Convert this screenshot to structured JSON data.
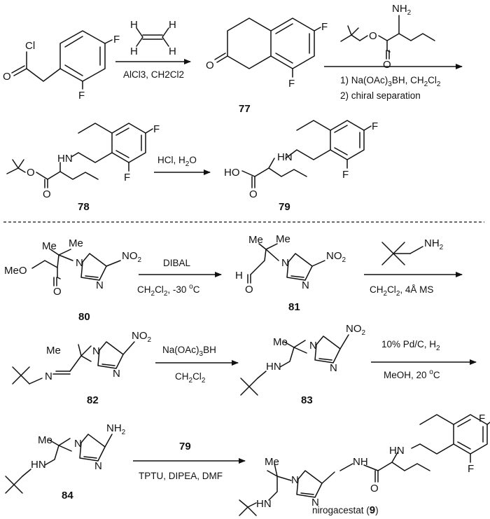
{
  "reaction_1": {
    "reagent_ethylene_atoms": [
      "H",
      "H",
      "H",
      "H"
    ],
    "conditions": "AlCl3, CH2Cl2",
    "product_number": "77"
  },
  "reaction_2": {
    "reagent_amine_label": "NH2",
    "condition_1": "1) Na(OAc)3BH, CH2Cl2",
    "condition_2": "2) chiral separation",
    "product_number": "78"
  },
  "reaction_3": {
    "conditions": "HCl, H2O",
    "product_number": "79"
  },
  "reaction_4": {
    "start_number": "80",
    "conditions_top": "DIBAL",
    "conditions_bottom": "CH2Cl2, -30 oC",
    "product_number": "81"
  },
  "reaction_5": {
    "reagent_amine_label": "NH2",
    "conditions": "CH2Cl2, 4Å MS",
    "product_number": "82"
  },
  "reaction_6": {
    "conditions_top": "Na(OAc)3BH",
    "conditions_bottom": "CH2Cl2",
    "product_number": "83"
  },
  "reaction_7": {
    "conditions_top": "10% Pd/C, H2",
    "conditions_bottom": "MeOH, 20 oC",
    "product_number": "84"
  },
  "reaction_8": {
    "reagent_number": "79",
    "conditions": "TPTU, DIPEA, DMF",
    "product_name": "nirogacestat",
    "product_number": "9"
  },
  "atom_labels": {
    "Cl": "Cl",
    "O": "O",
    "F": "F",
    "N": "N",
    "HN": "HN",
    "HO": "HO",
    "NH": "NH",
    "NO2": "NO2",
    "NH2": "NH2",
    "Me": "Me",
    "MeO": "MeO"
  }
}
